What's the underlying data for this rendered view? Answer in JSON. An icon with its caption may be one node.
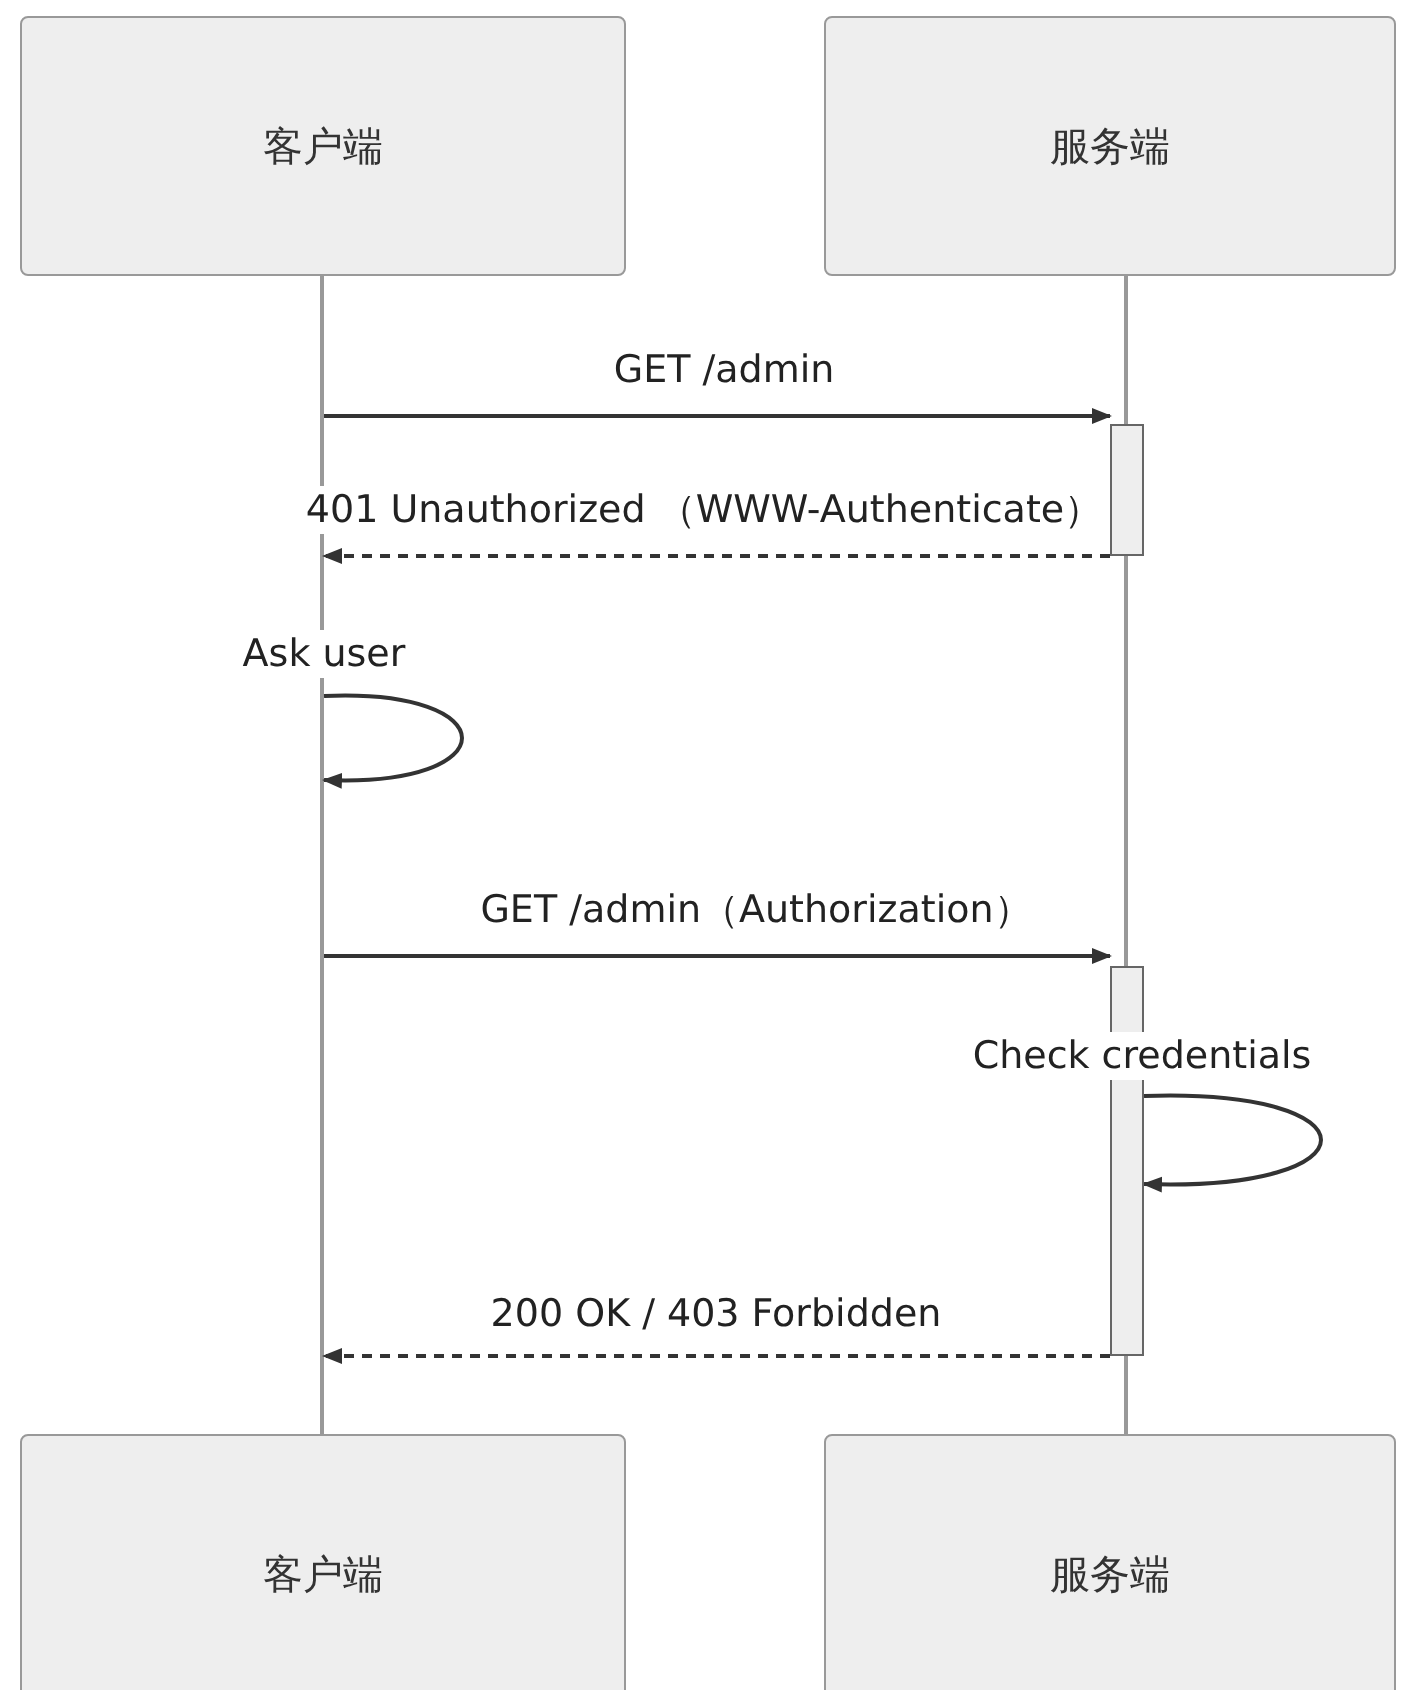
{
  "diagram": {
    "nodes": [
      {
        "text": [
          "客户端"
        ]
      },
      {
        "text": [
          "服务端"
        ]
      },
      {
        "text": [],
        "shape": "line"
      },
      {
        "text": [],
        "shape": "line"
      },
      {
        "text": [],
        "shape": "bar"
      },
      {
        "text": [],
        "shape": "bar"
      },
      {
        "text": [
          "客户端"
        ]
      },
      {
        "text": [
          "服务端"
        ]
      }
    ],
    "edges": [
      {
        "from": 2,
        "to": 4,
        "arrow": "to",
        "label": "GET /admin"
      },
      {
        "from": 4,
        "to": 2,
        "arrow": "to",
        "label": "401 Unauthorized （WWW-Authenticate）",
        "style": "dashed"
      },
      {
        "from": 2,
        "to": 2,
        "arrow": "to",
        "label": "Ask user"
      },
      {
        "from": 2,
        "to": 5,
        "arrow": "to",
        "label": "GET /admin（Authorization）"
      },
      {
        "from": 5,
        "to": 5,
        "arrow": "to",
        "label": "Check credentials"
      },
      {
        "from": 5,
        "to": 2,
        "arrow": "to",
        "label": "200 OK / 403 Forbidden",
        "style": "dashed"
      }
    ]
  }
}
